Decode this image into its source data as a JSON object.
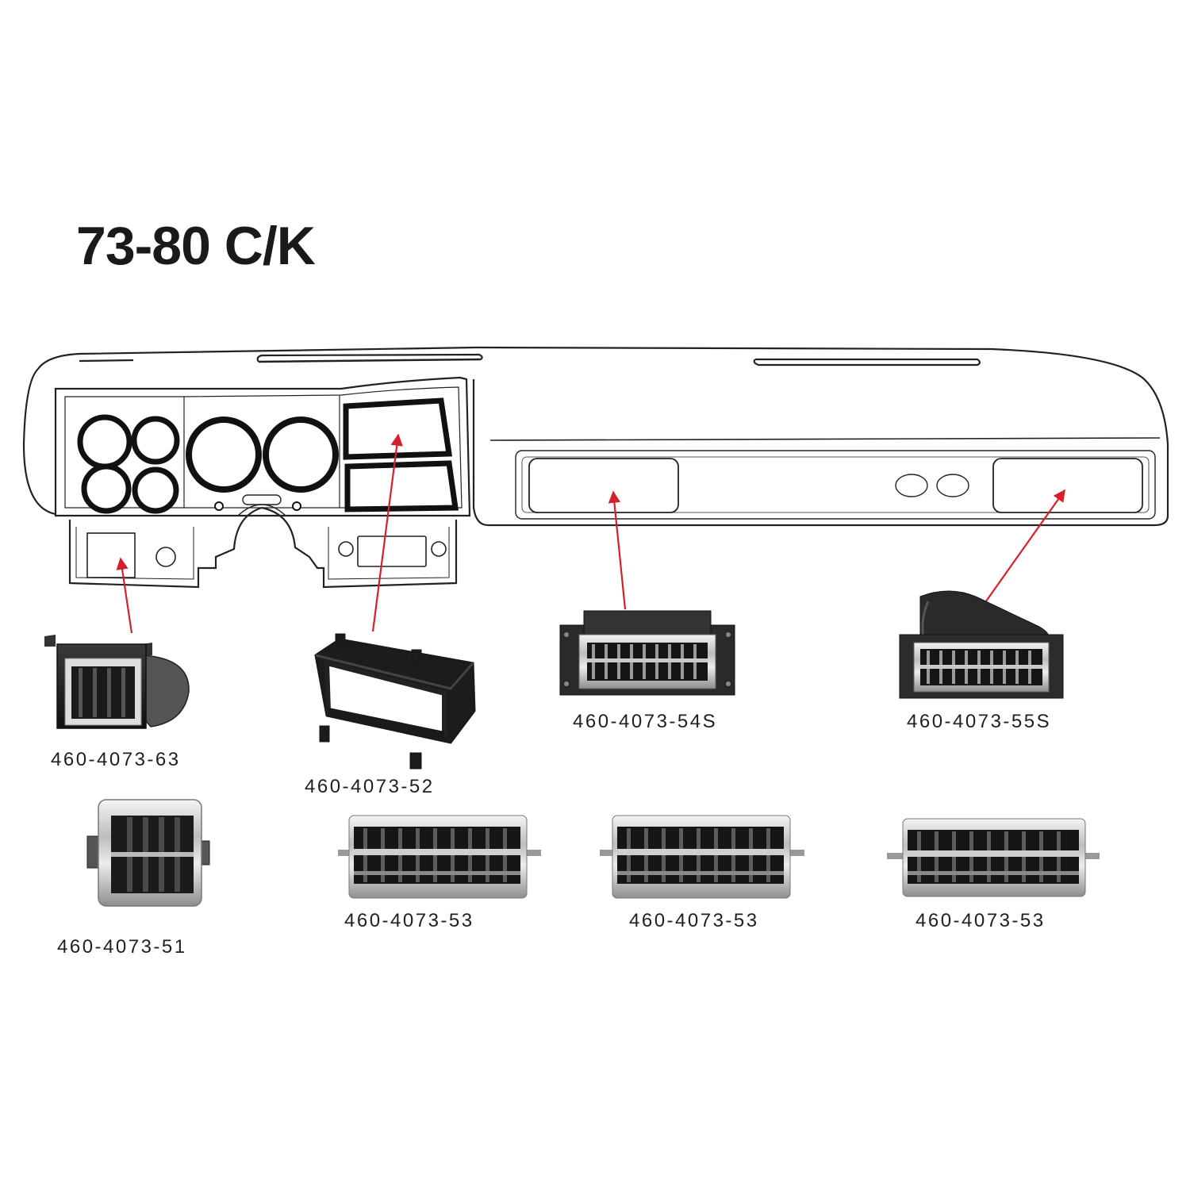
{
  "title": "73-80 C/K",
  "arrow_color": "#d42028",
  "parts": [
    {
      "part_number": "460-4073-63",
      "icon": "driver-side-vent-icon"
    },
    {
      "part_number": "460-4073-52",
      "icon": "radio-pocket-housing-icon"
    },
    {
      "part_number": "460-4073-54S",
      "icon": "center-dash-vent-icon"
    },
    {
      "part_number": "460-4073-55S",
      "icon": "passenger-dash-vent-icon"
    },
    {
      "part_number": "460-4073-51",
      "icon": "small-chrome-vent-icon"
    },
    {
      "part_number": "460-4073-53",
      "icon": "wide-chrome-vent-icon"
    },
    {
      "part_number": "460-4073-53",
      "icon": "wide-chrome-vent-icon"
    },
    {
      "part_number": "460-4073-53",
      "icon": "wide-chrome-vent-icon"
    }
  ]
}
